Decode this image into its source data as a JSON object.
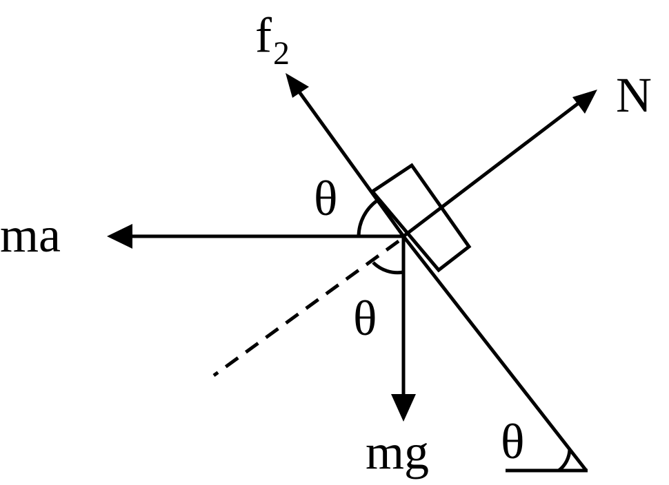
{
  "diagram": {
    "labels": {
      "friction": "f",
      "friction_sub": "2",
      "normal": "N",
      "pseudo_force": "ma",
      "weight": "mg",
      "angle_top": "θ",
      "angle_bottom": "θ",
      "angle_incline": "θ"
    }
  }
}
